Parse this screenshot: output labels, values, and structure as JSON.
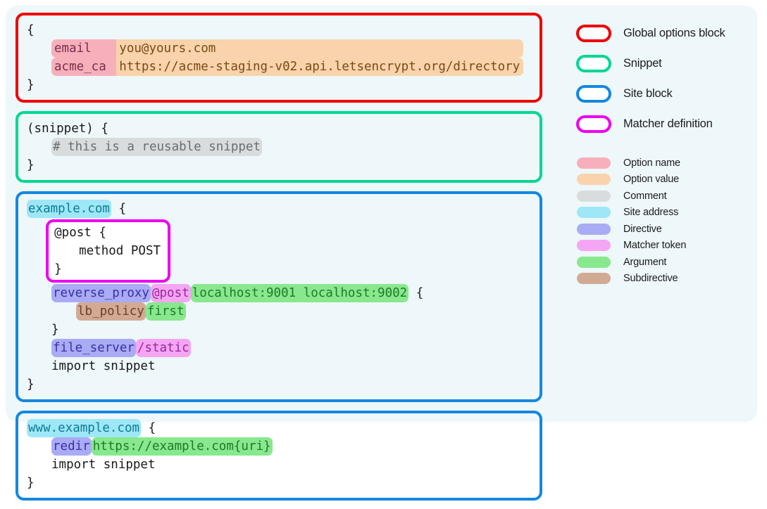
{
  "palette": {
    "page_background": "#ffffff",
    "panel_background": "#eef7fa",
    "global_block_border": "#ee0000",
    "snippet_block_border": "#00d793",
    "site_block_border": "#1388e0",
    "matcher_block_border": "#ee00ee",
    "option_name_bg": "#f7b0bb",
    "option_value_bg": "#f9d3ab",
    "comment_bg": "#d9dcdd",
    "site_address_bg": "#9ee7f7",
    "directive_bg": "#aaabf5",
    "matcher_token_bg": "#f4a6f4",
    "argument_bg": "#88e88e",
    "subdirective_bg": "#d2aa94"
  },
  "code": {
    "global_block": {
      "open_brace": "{",
      "close_brace": "}",
      "options": [
        {
          "name": "email   ",
          "value": "you@yours.com"
        },
        {
          "name": "acme_ca ",
          "value": "https://acme-staging-v02.api.letsencrypt.org/directory"
        }
      ]
    },
    "snippet_block": {
      "header": "(snippet) {",
      "comment": "# this is a reusable snippet",
      "close_brace": "}"
    },
    "site_block_1": {
      "address": "example.com",
      "open_brace": " {",
      "matcher": {
        "header": "@post {",
        "body": "method POST",
        "close_brace": "}"
      },
      "reverse_proxy": {
        "directive": "reverse_proxy",
        "matcher_token": "@post",
        "arguments": "localhost:9001 localhost:9002",
        "open_brace": " {",
        "subdirective": "lb_policy",
        "subdirective_arg": "first",
        "close_brace": "}"
      },
      "file_server": {
        "directive": "file_server",
        "matcher_token": "/static"
      },
      "import": "import snippet",
      "close_brace": "}"
    },
    "site_block_2": {
      "address": "www.example.com",
      "open_brace": " {",
      "redir": {
        "directive": "redir",
        "argument": "https://example.com{uri}"
      },
      "import": "import snippet",
      "close_brace": "}"
    }
  },
  "legend": {
    "outlines": [
      {
        "label": "Global options block",
        "color": "#ee0000"
      },
      {
        "label": "Snippet",
        "color": "#00d793"
      },
      {
        "label": "Site block",
        "color": "#1388e0"
      },
      {
        "label": "Matcher definition",
        "color": "#ee00ee"
      }
    ],
    "swatches": [
      {
        "label": "Option name",
        "color": "#f7b0bb"
      },
      {
        "label": "Option value",
        "color": "#f9d3ab"
      },
      {
        "label": "Comment",
        "color": "#d9dcdd"
      },
      {
        "label": "Site address",
        "color": "#9ee7f7"
      },
      {
        "label": "Directive",
        "color": "#aaabf5"
      },
      {
        "label": "Matcher token",
        "color": "#f4a6f4"
      },
      {
        "label": "Argument",
        "color": "#88e88e"
      },
      {
        "label": "Subdirective",
        "color": "#d2aa94"
      }
    ]
  }
}
